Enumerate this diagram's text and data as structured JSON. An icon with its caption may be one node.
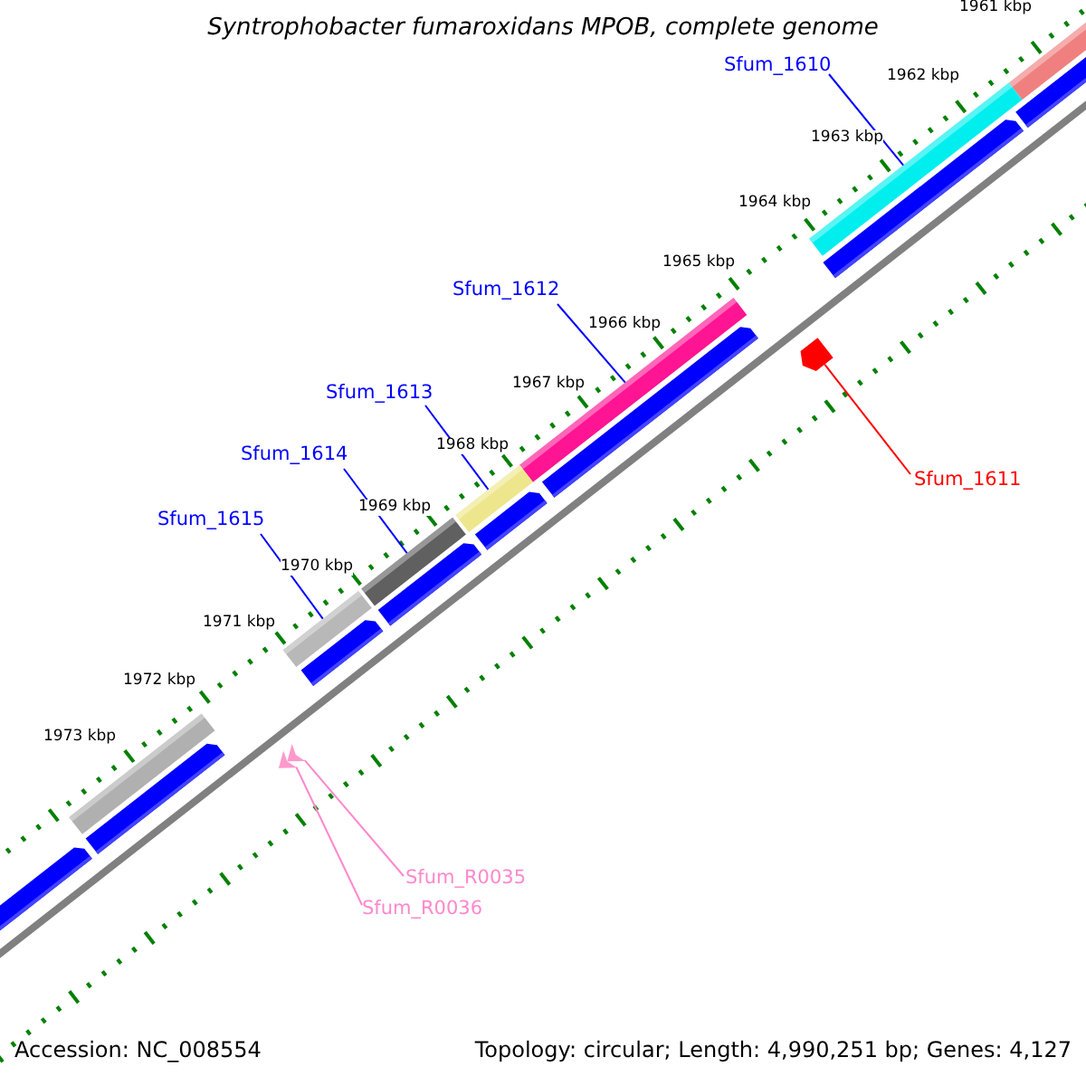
{
  "diagram": {
    "title": "Syntrophobacter fumaroxidans MPOB, complete genome",
    "nodes": [
      {
        "text": [
          "Sfum_1610"
        ]
      },
      {
        "text": [],
        "shape": "bar"
      },
      {
        "text": [
          "Sfum_1612"
        ]
      },
      {
        "text": [],
        "shape": "bar"
      },
      {
        "text": [
          "Sfum_1613"
        ]
      },
      {
        "text": [],
        "shape": "bar"
      },
      {
        "text": [
          "Sfum_1614"
        ]
      },
      {
        "text": [],
        "shape": "bar"
      },
      {
        "text": [
          "Sfum_1615"
        ]
      },
      {
        "text": [],
        "shape": "bar"
      },
      {
        "text": [
          "Sfum_1611"
        ]
      },
      {
        "text": [],
        "shape": "arrow"
      },
      {
        "text": [
          "Sfum_R0035"
        ]
      },
      {
        "text": [],
        "shape": "arrow"
      },
      {
        "text": [
          "Sfum_R0036"
        ]
      },
      {
        "text": [],
        "shape": "arrow"
      }
    ],
    "edges": [
      {
        "from": 0,
        "to": 1,
        "arrow": "none"
      },
      {
        "from": 2,
        "to": 3,
        "arrow": "none"
      },
      {
        "from": 4,
        "to": 5,
        "arrow": "none"
      },
      {
        "from": 6,
        "to": 7,
        "arrow": "none"
      },
      {
        "from": 8,
        "to": 9,
        "arrow": "none"
      },
      {
        "from": 10,
        "to": 11,
        "arrow": "none",
        "color": "#ff0000"
      },
      {
        "from": 12,
        "to": 13,
        "arrow": "none",
        "color": "#ff88cc"
      },
      {
        "from": 14,
        "to": 15,
        "arrow": "none",
        "color": "#ff88cc"
      }
    ],
    "labels": [
      "1961 kbp",
      "1962 kbp",
      "1963 kbp",
      "1964 kbp",
      "1965 kbp",
      "1966 kbp",
      "1967 kbp",
      "1968 kbp",
      "1969 kbp",
      "1970 kbp",
      "1971 kbp",
      "1972 kbp",
      "1973 kbp",
      "Accession: NC_008554",
      "Topology: circular; Length: 4,990,251 bp; Genes: 4,127"
    ]
  }
}
